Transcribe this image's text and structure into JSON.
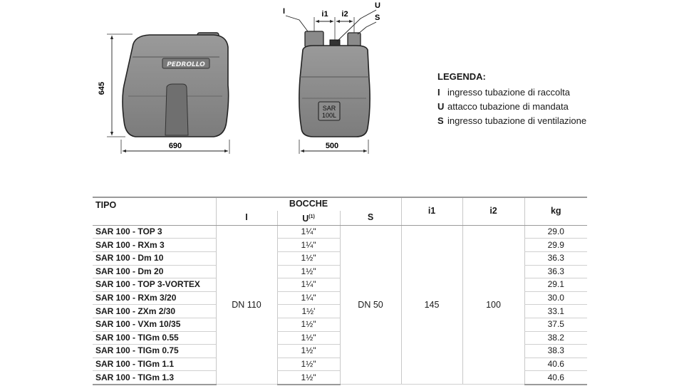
{
  "drawing": {
    "brand": "PEDROLLO",
    "side_label": "SAR\n100L",
    "dim_width": "690",
    "dim_height": "645",
    "dim_depth": "500",
    "callout_I": "I",
    "callout_i1": "i1",
    "callout_i2": "i2",
    "callout_U": "U",
    "callout_S": "S"
  },
  "legend": {
    "title": "LEGENDA:",
    "items": [
      {
        "key": "I",
        "text": "ingresso tubazione di raccolta"
      },
      {
        "key": "U",
        "text": "attacco tubazione di mandata"
      },
      {
        "key": "S",
        "text": "ingresso tubazione di ventilazione"
      }
    ]
  },
  "table": {
    "headers": {
      "tipo": "TIPO",
      "bocche": "BOCCHE",
      "i": "I",
      "u": "U",
      "u_sup": "(1)",
      "s": "S",
      "i1": "i1",
      "i2": "i2",
      "kg": "kg"
    },
    "merged": {
      "i": "DN 110",
      "s": "DN 50",
      "i1": "145",
      "i2": "100"
    },
    "rows": [
      {
        "tipo": "SAR 100 - TOP 3",
        "u": "1¼\"",
        "kg": "29.0"
      },
      {
        "tipo": "SAR 100 - RXm 3",
        "u": "1¼\"",
        "kg": "29.9"
      },
      {
        "tipo": "SAR 100 - Dm 10",
        "u": "1½\"",
        "kg": "36.3"
      },
      {
        "tipo": "SAR 100 - Dm 20",
        "u": "1½\"",
        "kg": "36.3"
      },
      {
        "tipo": "SAR 100 - TOP 3-VORTEX",
        "u": "1¼\"",
        "kg": "29.1"
      },
      {
        "tipo": "SAR 100 - RXm 3/20",
        "u": "1¼\"",
        "kg": "30.0"
      },
      {
        "tipo": "SAR 100 - ZXm 2/30",
        "u": "1½'",
        "kg": "33.1"
      },
      {
        "tipo": "SAR 100 - VXm 10/35",
        "u": "1½\"",
        "kg": "37.5"
      },
      {
        "tipo": "SAR 100 - TIGm 0.55",
        "u": "1½\"",
        "kg": "38.2"
      },
      {
        "tipo": "SAR 100 - TIGm 0.75",
        "u": "1½\"",
        "kg": "38.3"
      },
      {
        "tipo": "SAR 100 - TIGm 1.1",
        "u": "1½\"",
        "kg": "40.6"
      },
      {
        "tipo": "SAR 100 - TIGm 1.3",
        "u": "1½\"",
        "kg": "40.6"
      }
    ]
  }
}
